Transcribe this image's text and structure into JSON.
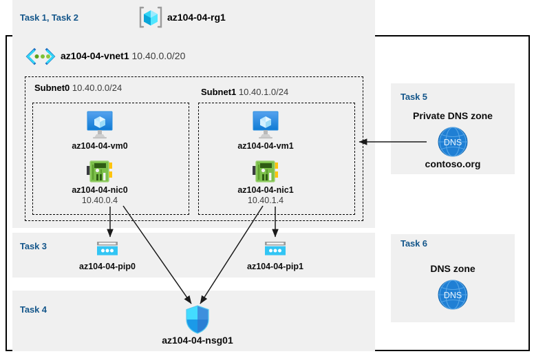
{
  "diagram": {
    "title_resource_group": "az104-04-rg1",
    "vnet": {
      "name": "az104-04-vnet1",
      "cidr": "10.40.0.0/20"
    },
    "tasks": {
      "t12": "Task 1, Task 2",
      "t3": "Task 3",
      "t4": "Task 4",
      "t5": "Task 5",
      "t6": "Task 6"
    },
    "subnets": [
      {
        "name": "Subnet0",
        "cidr": "10.40.0.0/24"
      },
      {
        "name": "Subnet1",
        "cidr": "10.40.1.0/24"
      }
    ],
    "vms": [
      {
        "name": "az104-04-vm0"
      },
      {
        "name": "az104-04-vm1"
      }
    ],
    "nics": [
      {
        "name": "az104-04-nic0",
        "ip": "10.40.0.4"
      },
      {
        "name": "az104-04-nic1",
        "ip": "10.40.1.4"
      }
    ],
    "public_ips": [
      {
        "name": "az104-04-pip0"
      },
      {
        "name": "az104-04-pip1"
      }
    ],
    "nsg": {
      "name": "az104-04-nsg01"
    },
    "private_dns": {
      "heading": "Private DNS zone",
      "zone": "contoso.org",
      "icon_label": "DNS"
    },
    "dns": {
      "heading": "DNS zone",
      "icon_label": "DNS"
    },
    "icons": {
      "resource_group": "resource-group-icon",
      "vnet": "virtual-network-icon",
      "vm": "virtual-machine-icon",
      "nic": "network-interface-icon",
      "pip": "public-ip-address-icon",
      "nsg": "network-security-group-shield-icon",
      "dns": "dns-globe-icon"
    },
    "colors": {
      "task_label": "#14568a",
      "panel_bg": "#f0f0f0",
      "vm_blue": "#1f8bdd",
      "nic_green": "#6aad3b",
      "pip_cyan": "#32c5f4",
      "nsg_blue": "#1b9ae8",
      "dns_blue": "#1f7fd4",
      "vnet_cyan": "#32d4f5",
      "vnet_indigo": "#1b6ec2"
    }
  }
}
